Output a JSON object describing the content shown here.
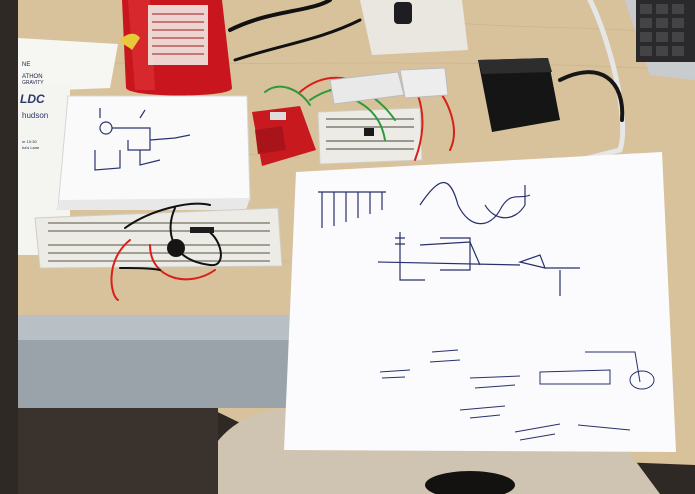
{
  "document": {
    "line_1": "NE",
    "line_2": "ATHON",
    "line_3": "GRAVITY",
    "logo_mark": "LDC",
    "brand": "hudson",
    "footer_1": "nr 10:30",
    "footer_2": "ha's Lane"
  },
  "colors": {
    "table": "#d9c39e",
    "paper": "#fbfbfd",
    "ink": "#28306a",
    "breadboard": "#ecebe6",
    "red_wire": "#d8201a",
    "black_wire": "#111111",
    "sparkfun_red": "#c8191f",
    "shelf": "#9ea6ad",
    "floor": "#3a3330"
  },
  "objects": [
    "red-soda-can",
    "laptop-corner",
    "large-breadboard-with-speaker",
    "small-breadboard-circuit",
    "red-arduino-board",
    "battery-pack",
    "sketch-paper",
    "printed-document"
  ]
}
